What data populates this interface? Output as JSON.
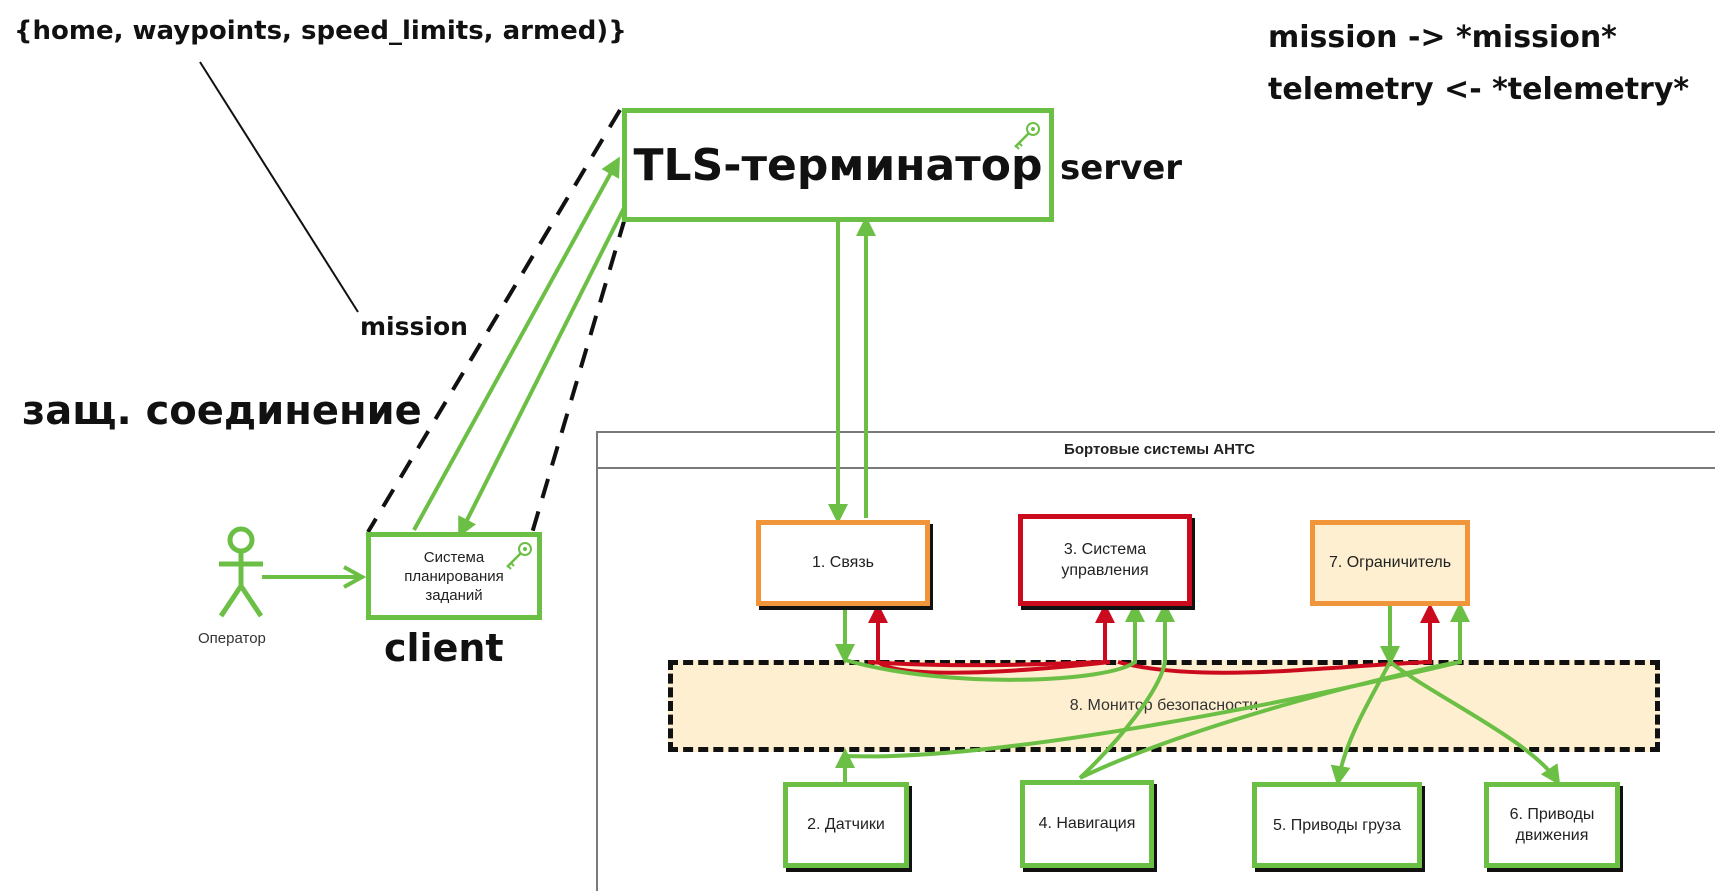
{
  "annotations": {
    "struct_fields": "{home, waypoints, speed_limits, armed)}",
    "mission_mapping": "mission -> *mission*",
    "telemetry_mapping": "telemetry <- *telemetry*",
    "mission_label": "mission",
    "secure_connection": "защ. соединение",
    "server_label": "server",
    "client_label": "client"
  },
  "nodes": {
    "tls_terminator": "TLS-терминатор",
    "operator": "Оператор",
    "planning_system": "Система планирования заданий",
    "frame_title": "Бортовые системы АНТС",
    "comm": "1. Связь",
    "control": "3. Система управления",
    "limiter": "7. Ограничитель",
    "monitor": "8. Монитор безопасности",
    "sensors": "2. Датчики",
    "navigation": "4. Навигация",
    "cargo_drives": "5. Приводы груза",
    "motion_drives": "6. Приводы движения"
  },
  "colors": {
    "green": "#6cbf45",
    "orange": "#f0953a",
    "red": "#cc0a1d",
    "cream": "#fdefcf",
    "dark": "#111111"
  },
  "icons": [
    "key-icon",
    "stick-figure-icon"
  ]
}
